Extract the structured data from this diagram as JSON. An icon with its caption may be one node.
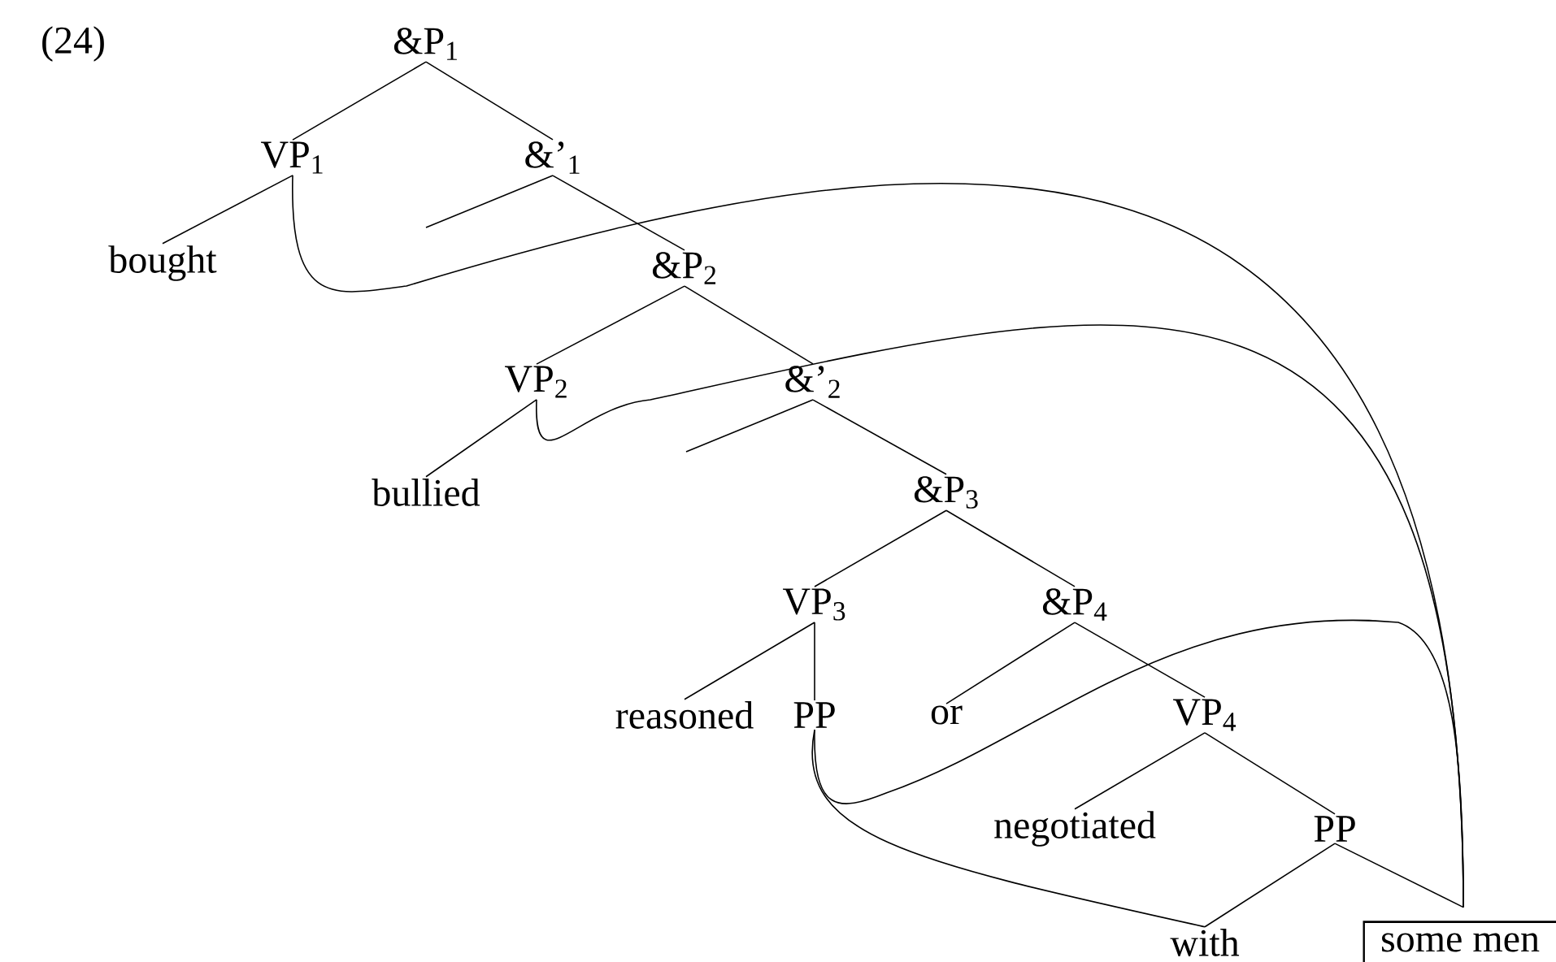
{
  "diagram": {
    "nodes": [
      {
        "text": [
          "&P$_{1}$"
        ]
      },
      {
        "text": [
          "VP$_{1}$"
        ]
      },
      {
        "text": [
          "&’$_{1}$"
        ]
      },
      {
        "text": [
          "bought"
        ]
      },
      {
        "text": [
          "&P$_{2}$"
        ]
      },
      {
        "text": [
          "VP$_{2}$"
        ]
      },
      {
        "text": [
          "&’$_{2}$"
        ]
      },
      {
        "text": [
          "bullied"
        ]
      },
      {
        "text": [
          "&P$_{3}$"
        ]
      },
      {
        "text": [
          "VP$_{3}$"
        ]
      },
      {
        "text": [
          "&P$_{4}$"
        ]
      },
      {
        "text": [
          "reasoned"
        ]
      },
      {
        "text": [
          "PP"
        ]
      },
      {
        "text": [
          "or"
        ]
      },
      {
        "text": [
          "VP$_{4}$"
        ]
      },
      {
        "text": [
          "negotiated"
        ]
      },
      {
        "text": [
          "PP"
        ]
      },
      {
        "text": [
          "with"
        ]
      },
      {
        "text": [
          "some men"
        ]
      }
    ],
    "edges": [
      {
        "from": 0,
        "to": 1,
        "arrow": "none"
      },
      {
        "from": 0,
        "to": 2,
        "arrow": "none"
      },
      {
        "from": 1,
        "to": 3,
        "arrow": "none"
      },
      {
        "from": 1,
        "to": 18,
        "arrow": "none"
      },
      {
        "from": 2,
        "to": null,
        "arrow": "none"
      },
      {
        "from": 2,
        "to": 4,
        "arrow": "none"
      },
      {
        "from": 4,
        "to": 5,
        "arrow": "none"
      },
      {
        "from": 4,
        "to": 6,
        "arrow": "none"
      },
      {
        "from": 5,
        "to": 7,
        "arrow": "none"
      },
      {
        "from": 5,
        "to": 18,
        "arrow": "none"
      },
      {
        "from": 6,
        "to": null,
        "arrow": "none"
      },
      {
        "from": 6,
        "to": 8,
        "arrow": "none"
      },
      {
        "from": 8,
        "to": 9,
        "arrow": "none"
      },
      {
        "from": 8,
        "to": 10,
        "arrow": "none"
      },
      {
        "from": 9,
        "to": 11,
        "arrow": "none"
      },
      {
        "from": 9,
        "to": 12,
        "arrow": "none"
      },
      {
        "from": 10,
        "to": 13,
        "arrow": "none"
      },
      {
        "from": 10,
        "to": 14,
        "arrow": "none"
      },
      {
        "from": 14,
        "to": 15,
        "arrow": "none"
      },
      {
        "from": 14,
        "to": 16,
        "arrow": "none"
      },
      {
        "from": 12,
        "to": 17,
        "arrow": "none"
      },
      {
        "from": 12,
        "to": 18,
        "arrow": "none"
      },
      {
        "from": 16,
        "to": 17,
        "arrow": "none"
      },
      {
        "from": 16,
        "to": 18,
        "arrow": "none"
      }
    ],
    "labels": [
      "(24)"
    ]
  }
}
